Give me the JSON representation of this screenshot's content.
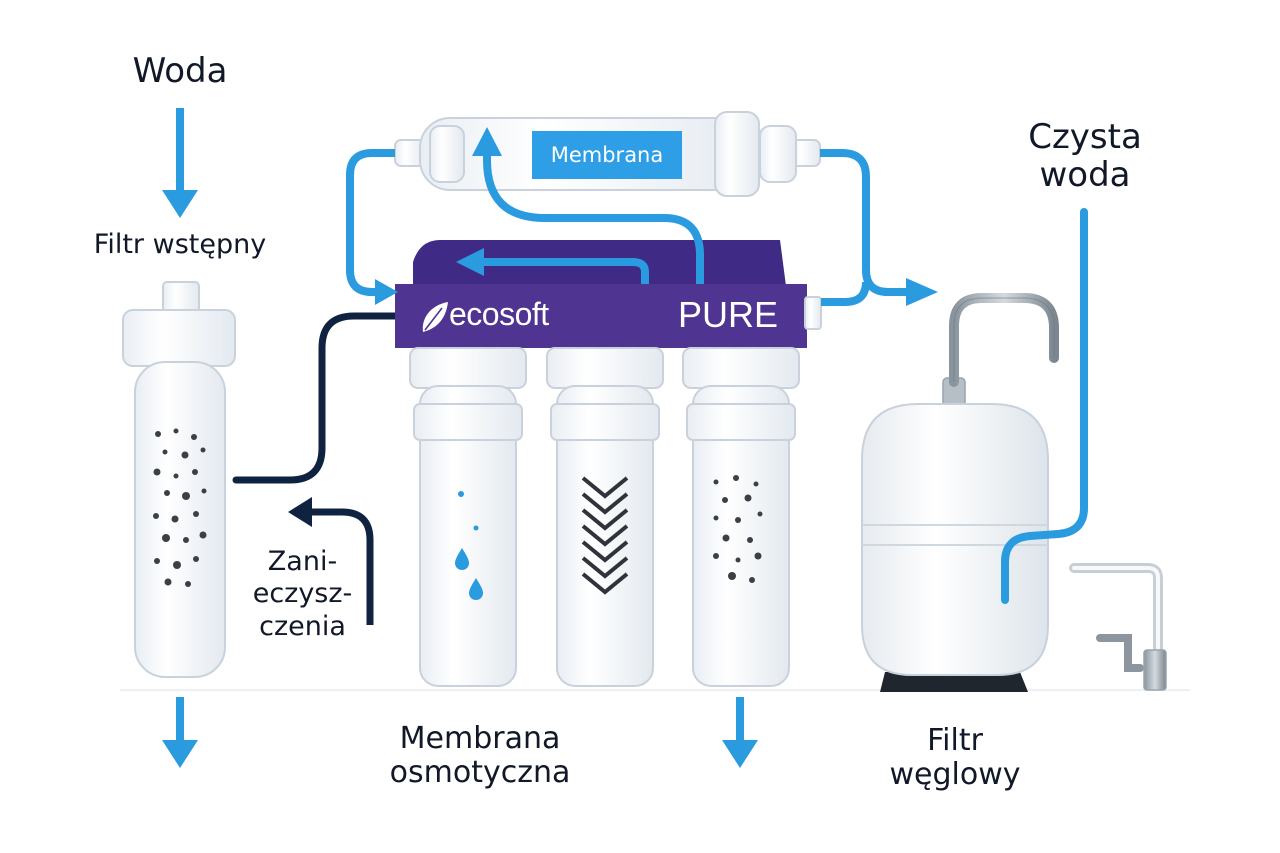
{
  "labels": {
    "water_in": "Woda",
    "prefilter": "Filtr wstępny",
    "membrane_tag": "Membrana",
    "brand": "ecosoft",
    "brand_model": "PURE",
    "clean_water_line1": "Czysta",
    "clean_water_line2": "woda",
    "contaminants_line1": "Zani-",
    "contaminants_line2": "eczysz-",
    "contaminants_line3": "czenia",
    "osmotic_line1": "Membrana",
    "osmotic_line2": "osmotyczna",
    "carbon_line1": "Filtr",
    "carbon_line2": "węglowy"
  },
  "colors": {
    "flow_blue": "#2b9be0",
    "drain_navy": "#0f2340",
    "housing_purple": "#4f3591",
    "housing_purple_dark": "#3f2a85",
    "tag_blue": "#2e9fe6",
    "outline": "#c9d2dc"
  },
  "icons": [
    "leaf-icon",
    "down-arrow-icon",
    "faucet-icon",
    "tank-icon"
  ]
}
